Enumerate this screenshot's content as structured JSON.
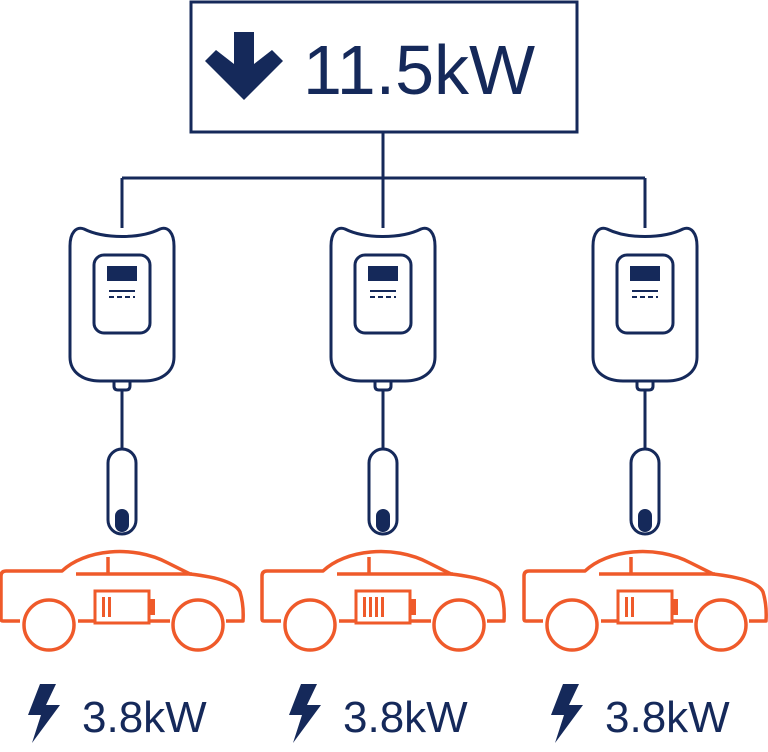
{
  "colors": {
    "navy": "#15295a",
    "orange": "#ef5a2a",
    "background": "#ffffff"
  },
  "supply": {
    "icon": "arrow-down-icon",
    "value": "11.5kW"
  },
  "chargers": [
    {
      "charger_icon": "wall-charger-icon",
      "plug_icon": "charging-plug-icon",
      "car_icon": "car-icon",
      "battery_icon": "battery-icon",
      "battery_level_bars": 2,
      "power_icon": "lightning-bolt-icon",
      "power": "3.8kW"
    },
    {
      "charger_icon": "wall-charger-icon",
      "plug_icon": "charging-plug-icon",
      "car_icon": "car-icon",
      "battery_icon": "battery-icon",
      "battery_level_bars": 4,
      "power_icon": "lightning-bolt-icon",
      "power": "3.8kW"
    },
    {
      "charger_icon": "wall-charger-icon",
      "plug_icon": "charging-plug-icon",
      "car_icon": "car-icon",
      "battery_icon": "battery-icon",
      "battery_level_bars": 2,
      "power_icon": "lightning-bolt-icon",
      "power": "3.8kW"
    }
  ]
}
